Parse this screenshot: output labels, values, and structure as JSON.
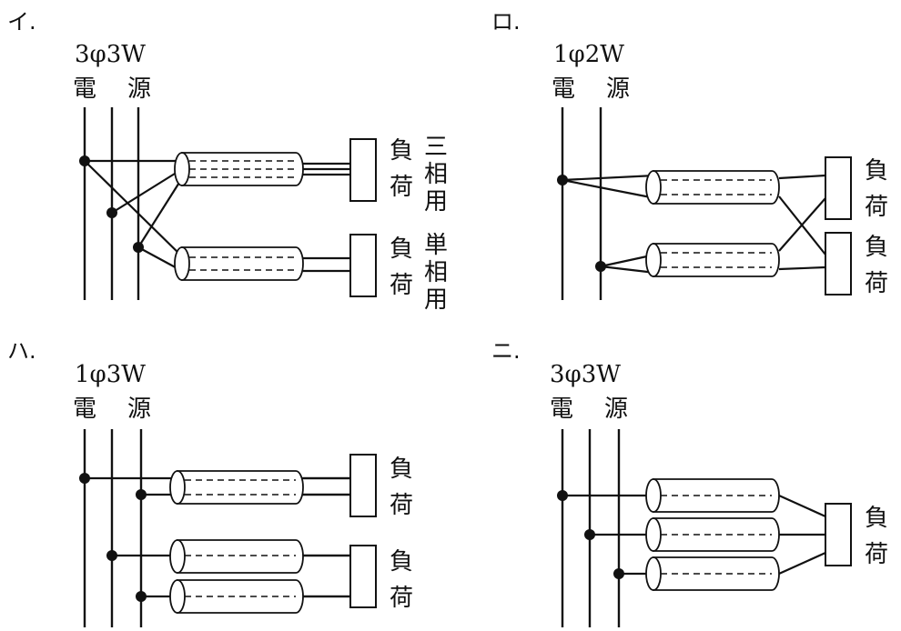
{
  "options": [
    {
      "label": "イ.",
      "supply": "3φ3W",
      "source_label": [
        "電",
        "源"
      ],
      "loads": [
        {
          "label": [
            "負",
            "荷"
          ],
          "note": [
            "三",
            "相",
            "用"
          ]
        },
        {
          "label": [
            "負",
            "荷"
          ],
          "note": [
            "単",
            "相",
            "用"
          ]
        }
      ]
    },
    {
      "label": "ロ.",
      "supply": "1φ2W",
      "source_label": [
        "電",
        "源"
      ],
      "loads": [
        {
          "label": [
            "負",
            "荷"
          ]
        },
        {
          "label": [
            "負",
            "荷"
          ]
        }
      ]
    },
    {
      "label": "ハ.",
      "supply": "1φ3W",
      "source_label": [
        "電",
        "源"
      ],
      "loads": [
        {
          "label": [
            "負",
            "荷"
          ]
        },
        {
          "label": [
            "負",
            "荷"
          ]
        }
      ]
    },
    {
      "label": "ニ.",
      "supply": "3φ3W",
      "source_label": [
        "電",
        "源"
      ],
      "loads": [
        {
          "label": [
            "負",
            "荷"
          ]
        }
      ]
    }
  ]
}
